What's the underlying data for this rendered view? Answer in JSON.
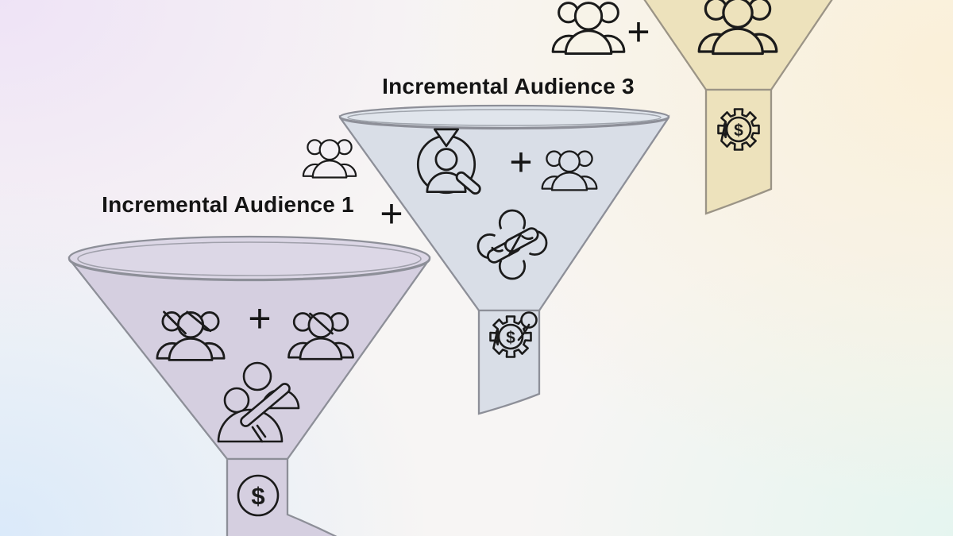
{
  "page": {
    "type": "marketing-funnel-diagram"
  },
  "funnels": [
    {
      "name": "incremental-audience-1",
      "label": "Incremental Audience 1",
      "fill": "#d5cfe0",
      "icons": [
        "people-group-slash-icon",
        "plus-glyph",
        "people-group-slash-icon",
        "person-megaphone-icon",
        "dollar-circle-icon"
      ]
    },
    {
      "name": "incremental-audience-3",
      "label": "Incremental Audience 3",
      "fill": "#d9dee7",
      "icons": [
        "people-group-icon",
        "plus-glyph",
        "person-retarget-icon",
        "plus-glyph",
        "people-group-icon",
        "handshake-icon",
        "gear-dollar-search-icon"
      ]
    },
    {
      "name": "incremental-audience-top",
      "label": "",
      "fill": "#ede2bc",
      "icons": [
        "people-group-icon",
        "plus-glyph",
        "people-group-icon",
        "gear-dollar-icon"
      ]
    }
  ],
  "glyphs": {
    "plus": "+",
    "dollar": "$"
  },
  "colors": {
    "background_top_left": "#f0e9f5",
    "background_bottom_left": "#e3edf8",
    "background_top_right": "#faf4e1",
    "background_bottom_right": "#eaf5f0",
    "funnel1_fill": "#d5cfe0",
    "funnel3_fill": "#d9dee7",
    "funnel_top_fill": "#ede2bc",
    "funnel_outline": "#8d8f98",
    "icon_stroke": "#1b1b1b",
    "text_color": "#141414"
  }
}
